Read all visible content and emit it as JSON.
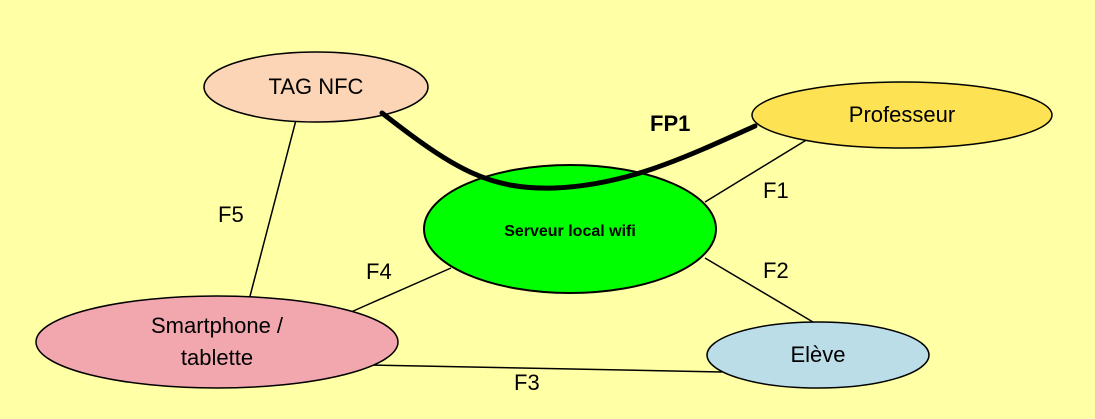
{
  "diagram": {
    "nodes": {
      "tag_nfc": {
        "label": "TAG NFC",
        "fill": "#FBD5B5"
      },
      "professeur": {
        "label": "Professeur",
        "fill": "#FDE254"
      },
      "serveur": {
        "label": "Serveur local wifi",
        "fill": "#00FF00"
      },
      "smartphone": {
        "line1": "Smartphone /",
        "line2": "tablette",
        "fill": "#F2A6AE"
      },
      "eleve": {
        "label": "Elève",
        "fill": "#BBDDE8"
      }
    },
    "edges": {
      "fp1": "FP1",
      "f1": "F1",
      "f2": "F2",
      "f3": "F3",
      "f4": "F4",
      "f5": "F5"
    }
  }
}
